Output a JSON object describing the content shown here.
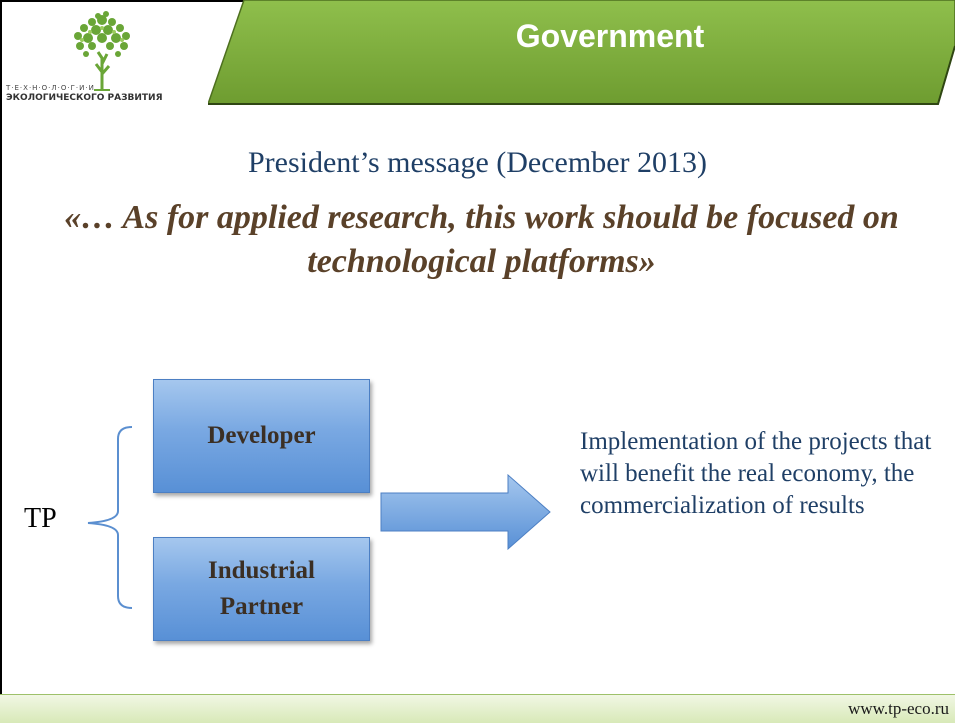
{
  "header": {
    "title": "Government",
    "logo_line_top": "Т·Е·Х·Н·О·Л·О·Г·И·И",
    "logo_line_bottom": "ЭКОЛОГИЧЕСКОГО РАЗВИТИЯ"
  },
  "main": {
    "message_title": "President’s message (December 2013)",
    "quote": "«… As for applied research, this work should be focused on technological platforms»"
  },
  "diagram": {
    "tp_label": "TP",
    "box_developer": "Developer",
    "box_partner_line1": "Industrial",
    "box_partner_line2": "Partner",
    "outcome_text": "Implementation of the projects that will benefit the real economy, the commercialization of results"
  },
  "footer": {
    "url": "www.tp-eco.ru"
  },
  "colors": {
    "banner_green": "#7aa83c",
    "title_blue": "#1f3f66",
    "quote_brown": "#5a4129",
    "box_blue": "#79a8e2"
  }
}
